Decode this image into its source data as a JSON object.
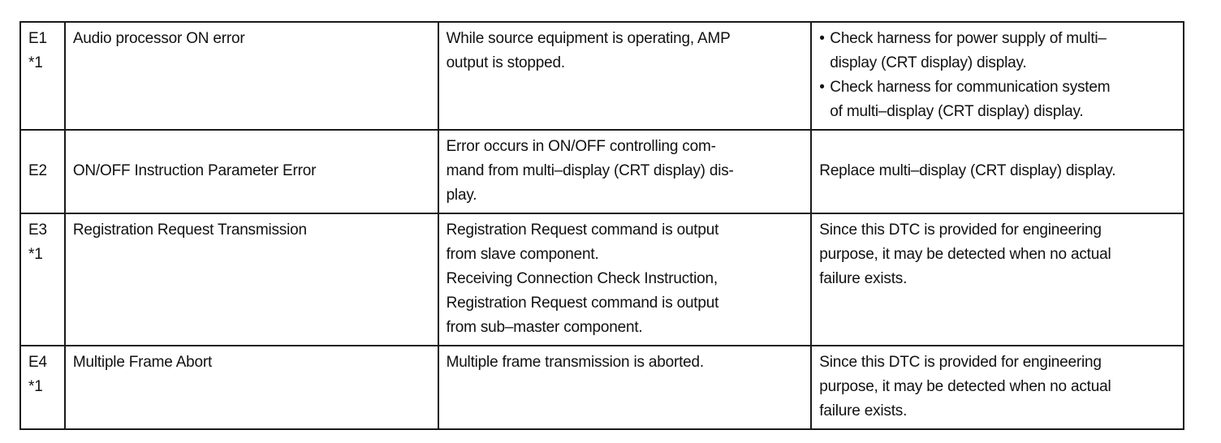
{
  "rows": [
    {
      "code": "E1",
      "note": "*1",
      "item": "Audio processor ON error",
      "condition": [
        "While source equipment is operating, AMP",
        "output is stopped."
      ],
      "remedy_bullets": [
        [
          "Check harness for power supply of multi–",
          "display (CRT display) display."
        ],
        [
          "Check harness for communication system",
          "of multi–display (CRT display) display."
        ]
      ],
      "bullet_symbol": "•"
    },
    {
      "code": "E2",
      "note": "",
      "item": "ON/OFF Instruction Parameter Error",
      "condition": [
        "Error occurs in ON/OFF controlling com-",
        "mand from multi–display (CRT display) dis-",
        "play."
      ],
      "remedy": [
        "Replace multi–display (CRT display) display."
      ]
    },
    {
      "code": "E3",
      "note": "*1",
      "item": "Registration Request Transmission",
      "condition": [
        "Registration Request command is output",
        "from slave component.",
        "Receiving Connection Check Instruction,",
        "Registration Request command is output",
        "from sub–master component."
      ],
      "remedy": [
        "Since this DTC is provided for engineering",
        "purpose, it may be detected when no actual",
        "failure exists."
      ]
    },
    {
      "code": "E4",
      "note": "*1",
      "item": "Multiple Frame Abort",
      "condition": [
        "Multiple frame transmission is aborted."
      ],
      "remedy": [
        "Since this DTC is provided for engineering",
        "purpose, it may be detected when no actual",
        "failure exists."
      ]
    }
  ]
}
